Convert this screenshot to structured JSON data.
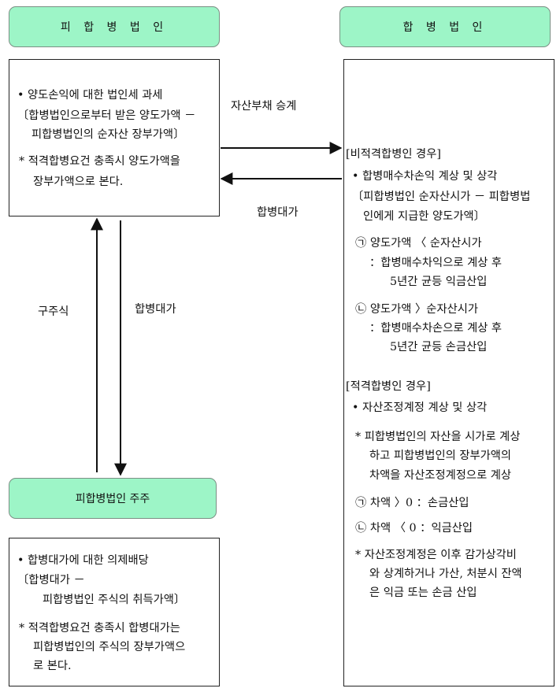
{
  "nodes": {
    "target_corp": "피 합 병 법 인",
    "merging_corp": "합 병 법 인",
    "target_shareholders": "피합병법인 주주"
  },
  "edges": {
    "asset_transfer": "자산부채 승계",
    "merger_consideration_right": "합병대가",
    "old_shares": "구주식",
    "merger_consideration_down": "합병대가"
  },
  "target_box": {
    "l1": "•  양도손익에 대한 법인세 과세",
    "l2": "〔합병법인으로부터 받은 양도가액 －",
    "l3": "피합병법인의 순자산 장부가액〕",
    "l4": "*  적격합병요건 충족시 양도가액을",
    "l5": "장부가액으로 본다."
  },
  "merging_box": {
    "h1": "[비적격합병인 경우]",
    "l1": "•  합병매수차손익 계상 및 상각",
    "l2": "〔피합병법인 순자산시가 － 피합병법",
    "l3": "인에게 지급한 양도가액〕",
    "a1": "㉠ 양도가액 〈 순자산시가",
    "a2": "：합병매수차익으로 계상 후",
    "a3": "5년간 균등 익금산입",
    "b1": "㉡ 양도가액 〉순자산시가",
    "b2": "：합병매수차손으로 계상 후",
    "b3": "5년간 균등 손금산입",
    "h2": "[적격합병인 경우]",
    "m1": "•  자산조정계정 계상 및 상각",
    "m2": "*  피합병법인의 자산을 시가로 계상",
    "m3": "하고  피합병법인의  장부가액의",
    "m4": "차액을 자산조정계정으로 계상",
    "c1": "㉠ 차액 〉0  ：손금산입",
    "c2": "㉡ 차액 〈 0  ：익금산입",
    "d1": "*  자산조정계정은 이후 감가상각비",
    "d2": "와 상계하거나 가산, 처분시 잔액",
    "d3": "은 익금 또는 손금 산입"
  },
  "shareholder_box": {
    "l1": "•  합병대가에 대한 의제배당",
    "l2": "〔합병대가 －",
    "l3": "피합병법인 주식의 취득가액〕",
    "l4": "*  적격합병요건 충족시 합병대가는",
    "l5": "피합병법인의 주식의 장부가액으",
    "l6": "로 본다."
  }
}
